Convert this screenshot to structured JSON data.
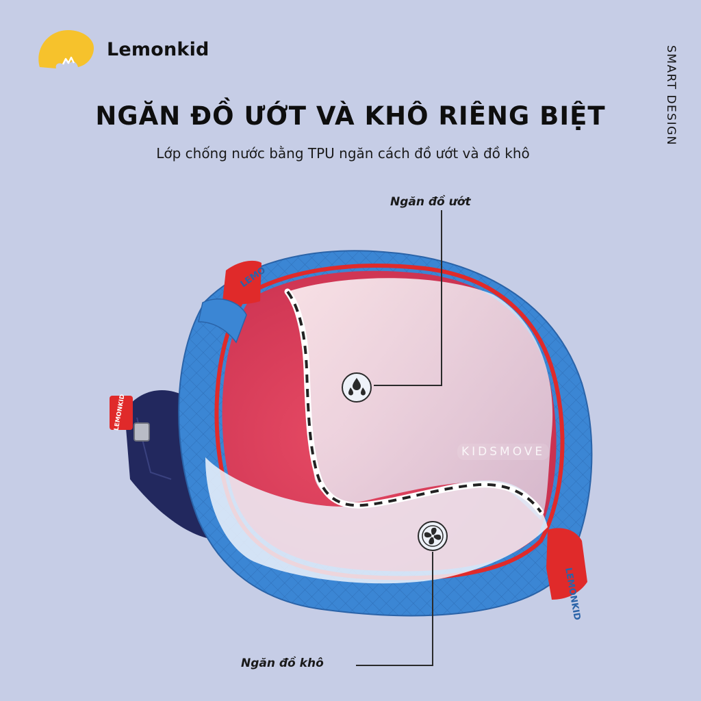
{
  "brand": {
    "name": "Lemonkid",
    "logo_icon": "lemon-logo-icon",
    "logo_color": "#f6c22c"
  },
  "side_text": "SMART DESIGN",
  "headline": "NGĂN ĐỒ ƯỚT VÀ KHÔ RIÊNG BIỆT",
  "subline": "Lớp chống nước bằng TPU ngăn cách đồ ướt và đồ khô",
  "callouts": {
    "wet": {
      "label": "Ngăn đồ ướt",
      "icon": "water-drops-icon"
    },
    "dry": {
      "label": "Ngăn đồ khô",
      "icon": "fan-icon"
    }
  },
  "watermark": "KIDSMOVE",
  "bag": {
    "strap_text": "LEMONKID",
    "tag_text": "LEMONKID",
    "colors": {
      "outer": "#3b86d4",
      "trim": "#e02a2a",
      "lining": "#e3445e",
      "pocket": "#22285e",
      "background": "#c6cde6"
    }
  }
}
